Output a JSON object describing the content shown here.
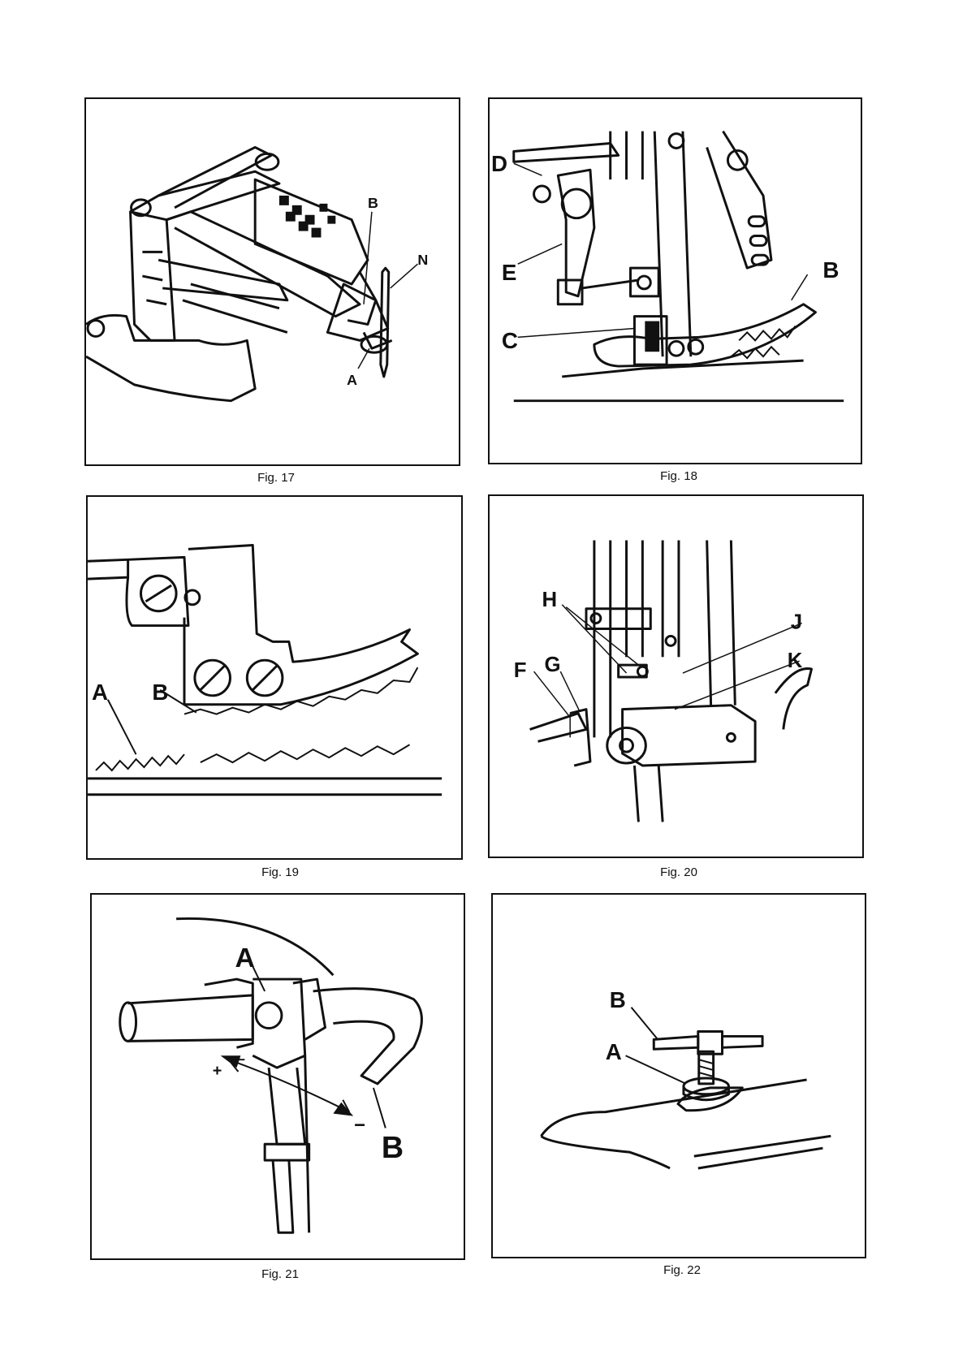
{
  "figures": [
    {
      "caption": "Fig. 17",
      "labels": {
        "b": "B",
        "n": "N",
        "a": "A"
      }
    },
    {
      "caption": "Fig. 18",
      "labels": {
        "d": "D",
        "e": "E",
        "c": "C",
        "b": "B"
      }
    },
    {
      "caption": "Fig. 19",
      "labels": {
        "a": "A",
        "b": "B"
      }
    },
    {
      "caption": "Fig. 20",
      "labels": {
        "h": "H",
        "j": "J",
        "f": "F",
        "g": "G",
        "k": "K"
      }
    },
    {
      "caption": "Fig. 21",
      "labels": {
        "a": "A",
        "b": "B",
        "plus": "+",
        "minus": "−"
      }
    },
    {
      "caption": "Fig. 22",
      "labels": {
        "b": "B",
        "a": "A"
      }
    }
  ]
}
